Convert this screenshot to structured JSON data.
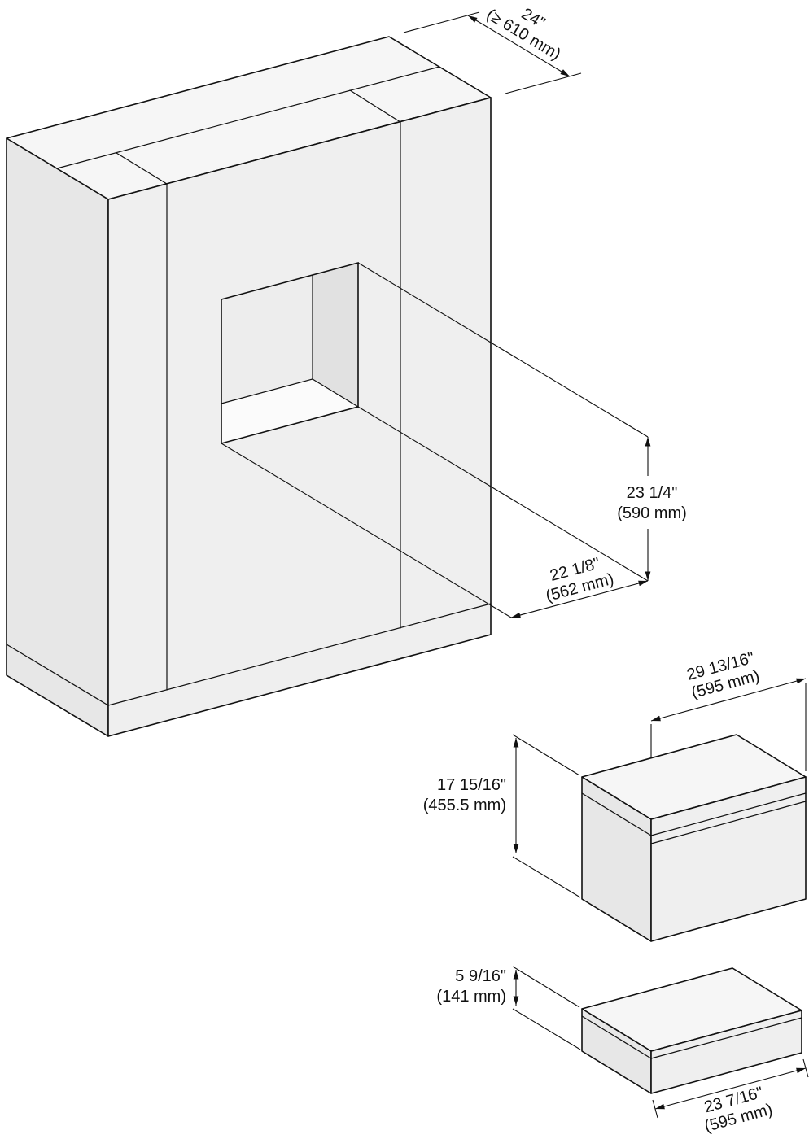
{
  "diagram": {
    "background": "#ffffff",
    "line_color": "#111111",
    "face_colors": {
      "top": "#f6f6f6",
      "front": "#efefef",
      "side": "#e7e7e7"
    },
    "dims": {
      "cabinet_depth": {
        "in": "24\"",
        "mm": "(≥ 610 mm)"
      },
      "niche_height": {
        "in": "23 1/4\"",
        "mm": "(590 mm)"
      },
      "niche_width": {
        "in": "22 1/8\"",
        "mm": "(562 mm)"
      },
      "oven_width": {
        "in": "29 13/16\"",
        "mm": "(595 mm)"
      },
      "oven_height": {
        "in": "17 15/16\"",
        "mm": "(455.5 mm)"
      },
      "drawer_height": {
        "in": "5 9/16\"",
        "mm": "(141 mm)"
      },
      "drawer_width": {
        "in": "23 7/16\"",
        "mm": "(595 mm)"
      }
    }
  }
}
